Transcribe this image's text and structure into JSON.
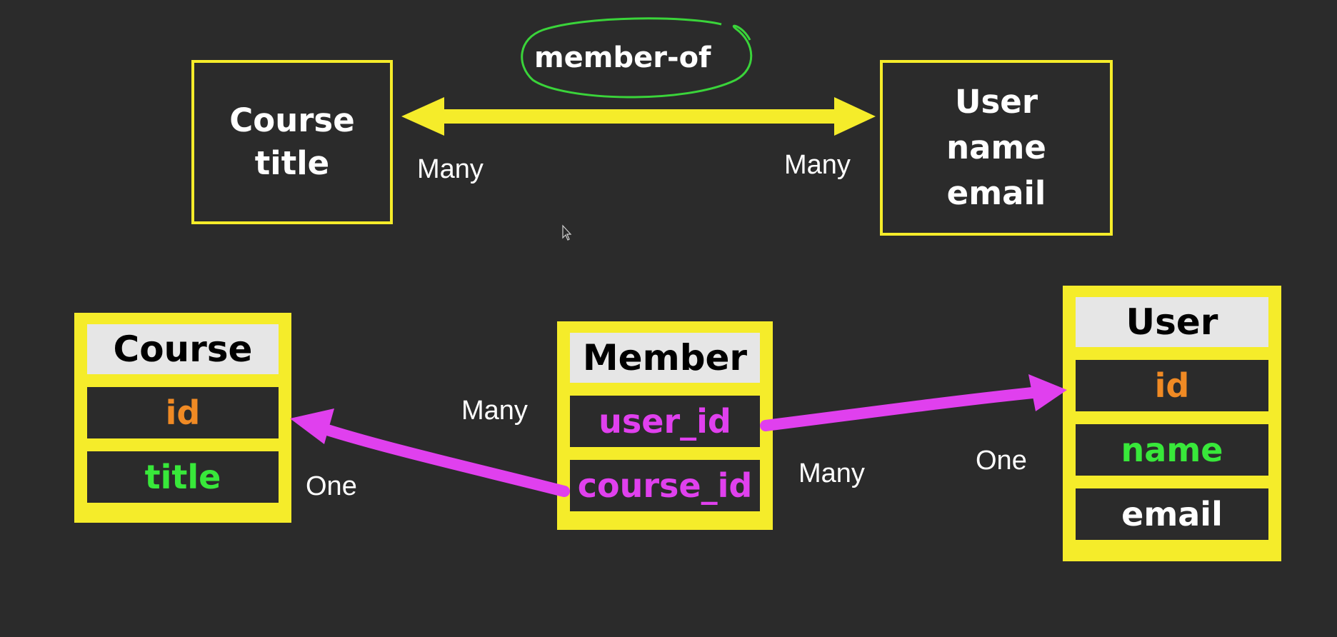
{
  "top": {
    "course_box": {
      "lines": [
        "Course",
        "title"
      ]
    },
    "user_box": {
      "lines": [
        "User",
        "name",
        "email"
      ]
    },
    "relationship": "member-of",
    "left_cardinality": "Many",
    "right_cardinality": "Many"
  },
  "bottom": {
    "course_table": {
      "header": "Course",
      "fields": [
        {
          "label": "id",
          "color": "#f08a24"
        },
        {
          "label": "title",
          "color": "#38e83a"
        }
      ]
    },
    "member_table": {
      "header": "Member",
      "fields": [
        {
          "label": "user_id",
          "color": "#e040ee"
        },
        {
          "label": "course_id",
          "color": "#e040ee"
        }
      ]
    },
    "user_table": {
      "header": "User",
      "fields": [
        {
          "label": "id",
          "color": "#f08a24"
        },
        {
          "label": "name",
          "color": "#38e83a"
        },
        {
          "label": "email",
          "color": "#ffffff"
        }
      ]
    },
    "labels": {
      "member_course_many": "Many",
      "course_one": "One",
      "member_user_many": "Many",
      "user_one": "One"
    }
  },
  "colors": {
    "background": "#2b2b2b",
    "border_yellow": "#f5ec2a",
    "arrow_magenta": "#e040ee",
    "circle_green": "#3ad43a"
  }
}
